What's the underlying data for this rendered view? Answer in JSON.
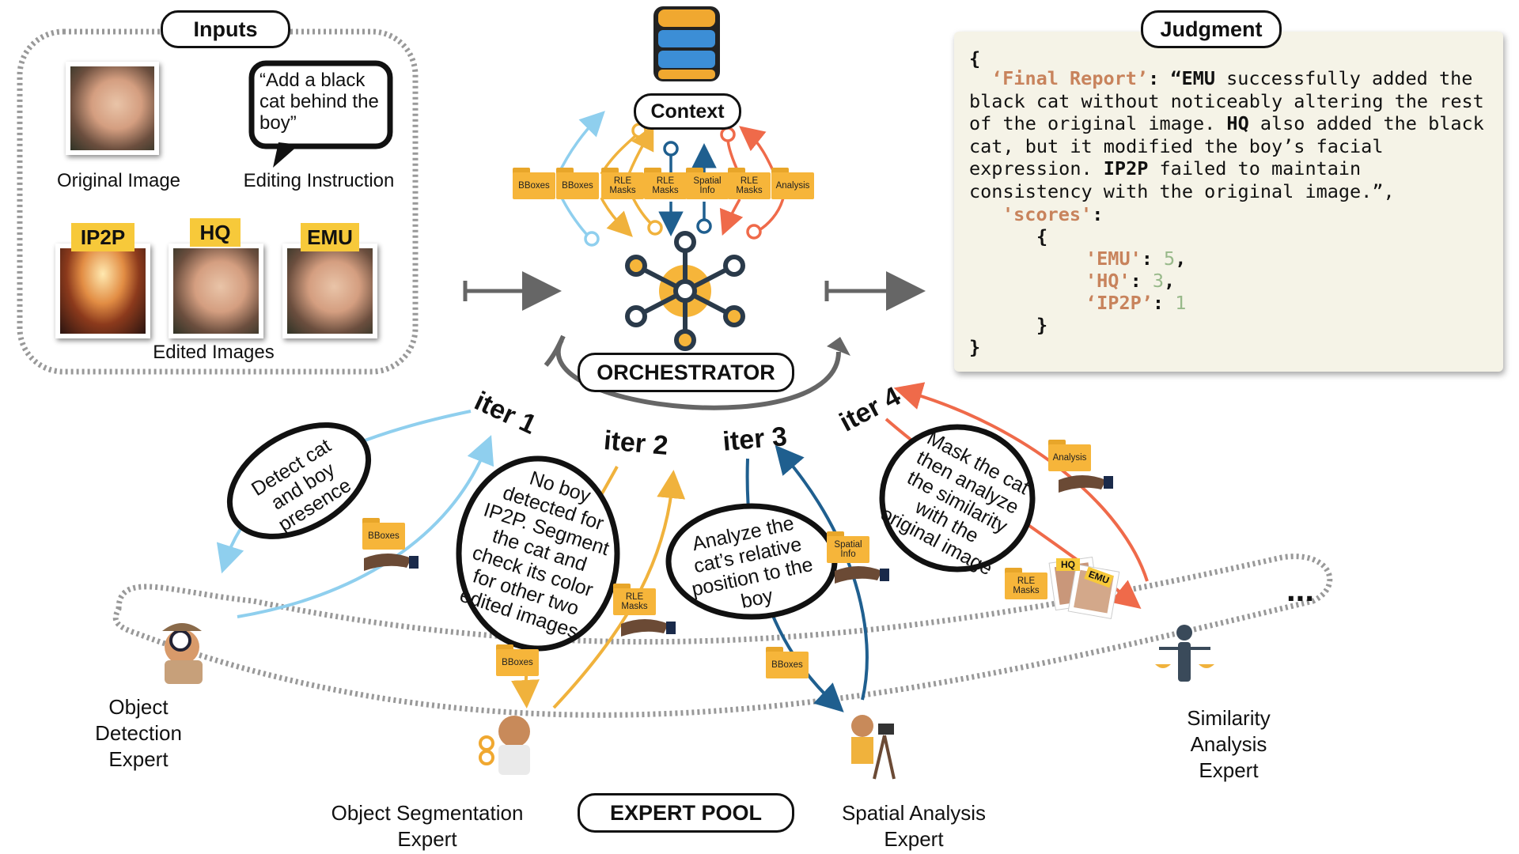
{
  "inputs": {
    "title": "Inputs",
    "instruction_text": "“Add a black cat behind the boy”",
    "original_caption": "Original Image",
    "instruction_caption": "Editing Instruction",
    "edited_caption": "Edited Images",
    "models": [
      "IP2P",
      "HQ",
      "EMU"
    ]
  },
  "context": {
    "title": "Context",
    "folders": [
      "BBoxes",
      "BBoxes",
      "RLE Masks",
      "RLE Masks",
      "Spatial Info",
      "RLE Masks",
      "Analysis"
    ]
  },
  "orchestrator": {
    "title": "ORCHESTRATOR"
  },
  "iterations": [
    "iter 1",
    "iter 2",
    "iter 3",
    "iter 4"
  ],
  "judgment": {
    "title": "Judgment",
    "open_brace": "{",
    "report_key": "‘Final Report’",
    "report_q": ": “",
    "report_segments": [
      {
        "b": true,
        "t": "EMU"
      },
      {
        "b": false,
        "t": " successfully added the black cat without noticeably altering the rest of the original image. "
      },
      {
        "b": true,
        "t": "HQ"
      },
      {
        "b": false,
        "t": " also added the black cat, but it modified the boy’s facial expression. "
      },
      {
        "b": true,
        "t": "IP2P"
      },
      {
        "b": false,
        "t": " failed to maintain consistency with the original image.”,"
      }
    ],
    "scores_key": "'scores'",
    "scores": [
      {
        "model": "'EMU'",
        "score": "5",
        "sep": ","
      },
      {
        "model": "'HQ'",
        "score": "3",
        "sep": ","
      },
      {
        "model": "‘IP2P’",
        "score": "1",
        "sep": ""
      }
    ],
    "close_inner": "}",
    "close_outer": "}"
  },
  "clouds": [
    "Detect cat and boy presence",
    "No boy detected for IP2P. Segment the cat and check its color for other two edited images",
    "Analyze the cat’s relative position to the boy",
    "Mask the cat then analyze the similarity with the original image"
  ],
  "returned_folders": [
    "BBoxes",
    "RLE Masks",
    "BBoxes",
    "Spatial Info",
    "BBoxes",
    "Analysis",
    "RLE Masks"
  ],
  "mini_photo_tags": [
    "HQ",
    "EMU"
  ],
  "expert_pool": {
    "title": "EXPERT POOL",
    "experts": [
      "Object Detection Expert",
      "Object Segmentation Expert",
      "Spatial Analysis Expert",
      "Similarity Analysis Expert"
    ],
    "more": "..."
  },
  "colors": {
    "iter1": "#8fcfee",
    "iter2": "#f0b23c",
    "iter3": "#1f5f8f",
    "iter4": "#ef6a4a",
    "folder": "#f6b53a",
    "orchestrator": "#f6b53a",
    "db_top": "#f0a830",
    "db_mid": "#3c8ed6",
    "gray": "#666666"
  }
}
